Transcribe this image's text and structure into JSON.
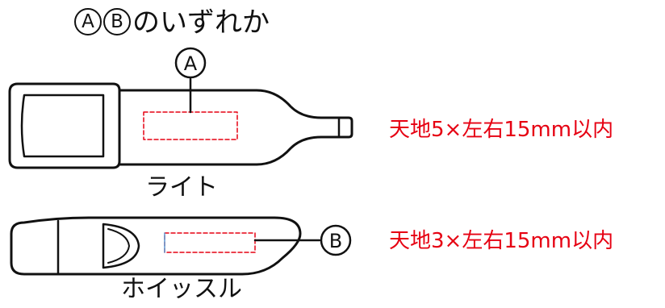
{
  "title": {
    "badge_a": "A",
    "badge_b": "B",
    "text": "のいずれか"
  },
  "light": {
    "marker": "A",
    "caption": "ライト",
    "spec": "天地5×左右15mm以内"
  },
  "whistle": {
    "marker": "B",
    "caption": "ホイッスル",
    "spec": "天地3×左右15mm以内"
  },
  "colors": {
    "line": "#111111",
    "print_area": "#e60012",
    "spec_text": "#e60012"
  }
}
